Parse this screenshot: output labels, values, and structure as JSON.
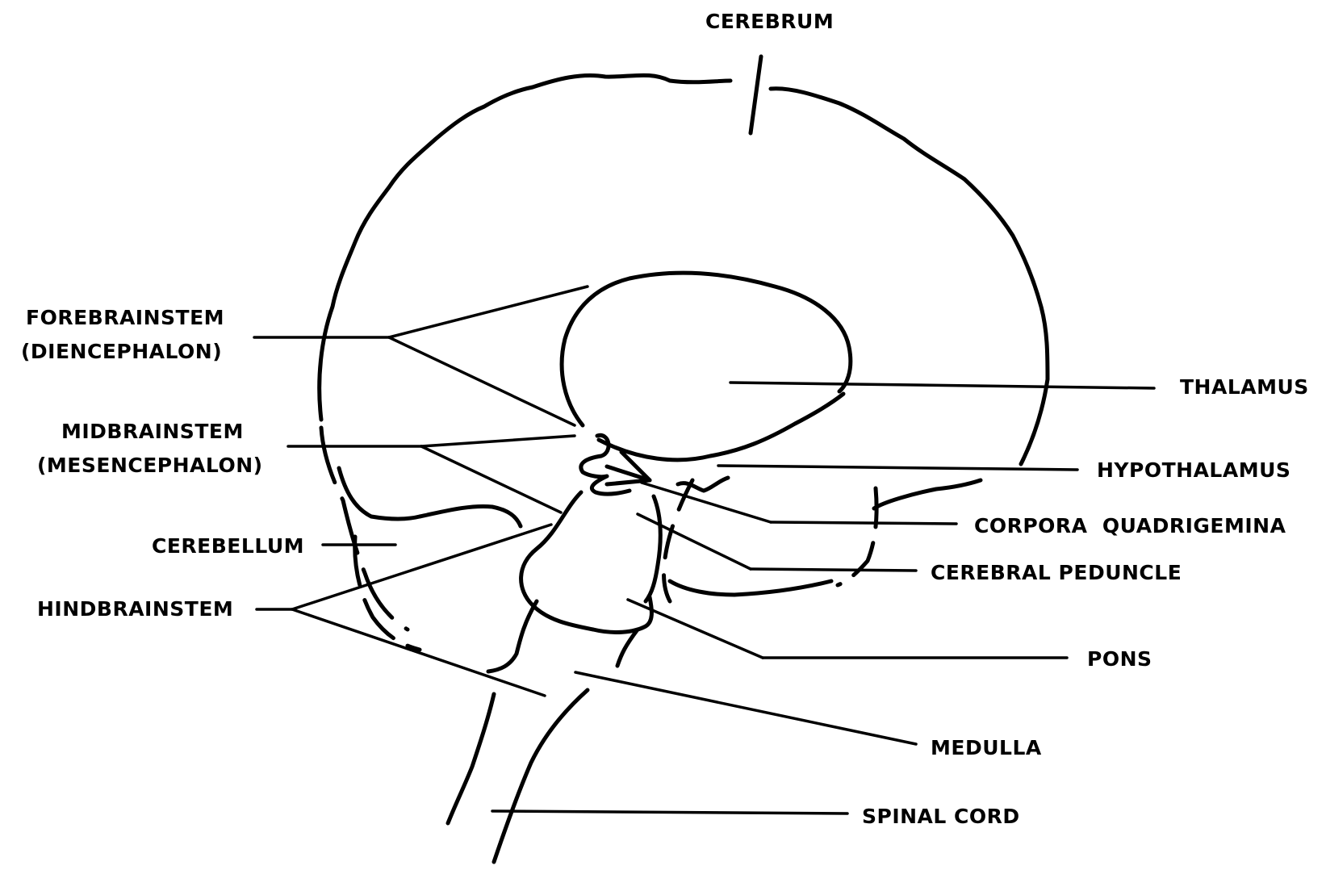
{
  "labels": {
    "cerebrum": "CEREBRUM",
    "forebrainstem": "FOREBRAINSTEM",
    "forebrainstem_alt": "(DIENCEPHALON)",
    "midbrainstem": "MIDBRAINSTEM",
    "midbrainstem_alt": "(MESENCEPHALON)",
    "cerebellum": "CEREBELLUM",
    "hindbrainstem": "HINDBRAINSTEM",
    "thalamus": "THALAMUS",
    "hypothalamus": "HYPOTHALAMUS",
    "corpora_quadrigemina": "CORPORA  QUADRIGEMINA",
    "cerebral_peduncle": "CEREBRAL PEDUNCLE",
    "pons": "PONS",
    "medulla": "MEDULLA",
    "spinal_cord": "SPINAL CORD"
  },
  "colors": {
    "ink": "#000000",
    "background": "#ffffff"
  }
}
